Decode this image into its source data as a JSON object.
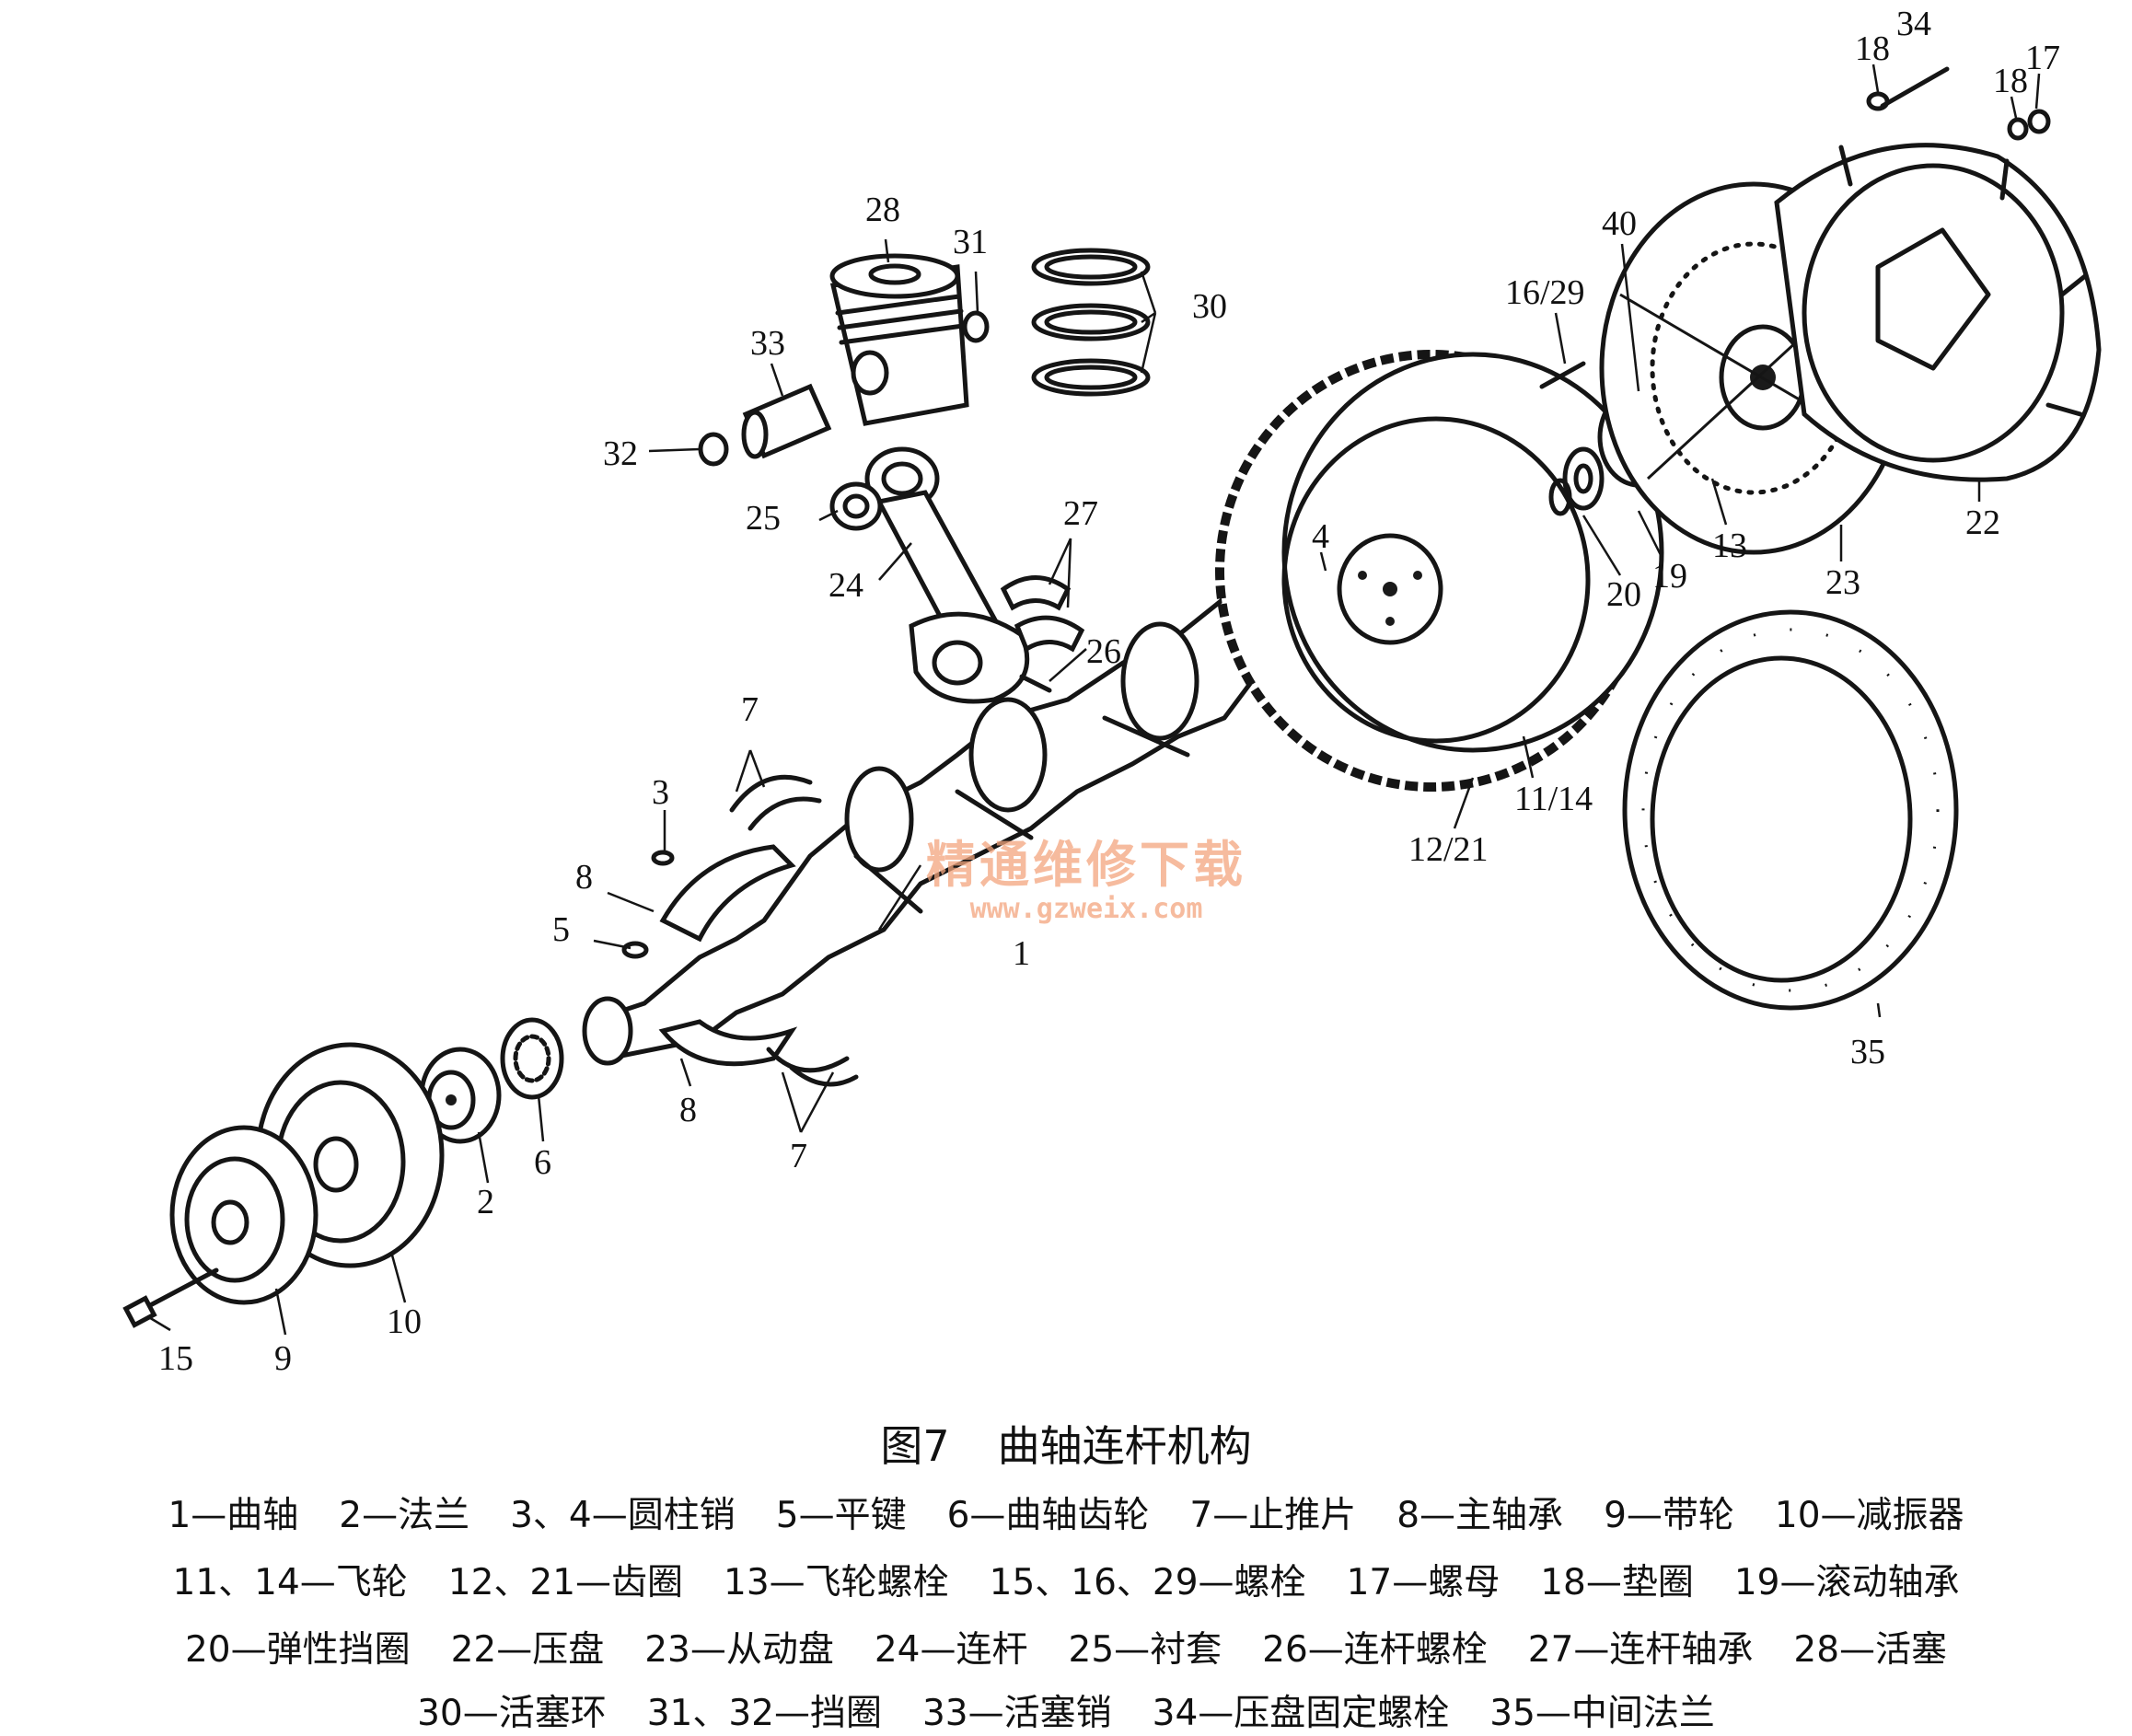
{
  "figure": {
    "callouts": [
      "1",
      "2",
      "3",
      "4",
      "5",
      "6",
      "7",
      "7",
      "7",
      "8",
      "8",
      "9",
      "10",
      "11/14",
      "12/21",
      "13",
      "15",
      "16/29",
      "17",
      "18",
      "18",
      "19",
      "20",
      "22",
      "23",
      "24",
      "25",
      "26",
      "27",
      "28",
      "30",
      "31",
      "32",
      "33",
      "34",
      "35",
      "40"
    ]
  },
  "watermark": {
    "text": "精通维修下载",
    "url": "www.gzweix.com"
  },
  "caption": {
    "figure_no": "图7",
    "title": "曲轴连杆机构",
    "legend_rows": [
      [
        "1—曲轴",
        "2—法兰",
        "3、4—圆柱销",
        "5—平键",
        "6—曲轴齿轮",
        "7—止推片",
        "8—主轴承",
        "9—带轮",
        "10—减振器"
      ],
      [
        "11、14—飞轮",
        "12、21—齿圈",
        "13—飞轮螺栓",
        "15、16、29—螺栓",
        "17—螺母",
        "18—垫圈",
        "19—滚动轴承"
      ],
      [
        "20—弹性挡圈",
        "22—压盘",
        "23—从动盘",
        "24—连杆",
        "25—衬套",
        "26—连杆螺栓",
        "27—连杆轴承",
        "28—活塞"
      ],
      [
        "30—活塞环",
        "31、32—挡圈",
        "33—活塞销",
        "34—压盘固定螺栓",
        "35—中间法兰"
      ]
    ]
  },
  "colors": {
    "ink": "#151515",
    "watermark": "#f3a57e",
    "background": "#ffffff"
  }
}
